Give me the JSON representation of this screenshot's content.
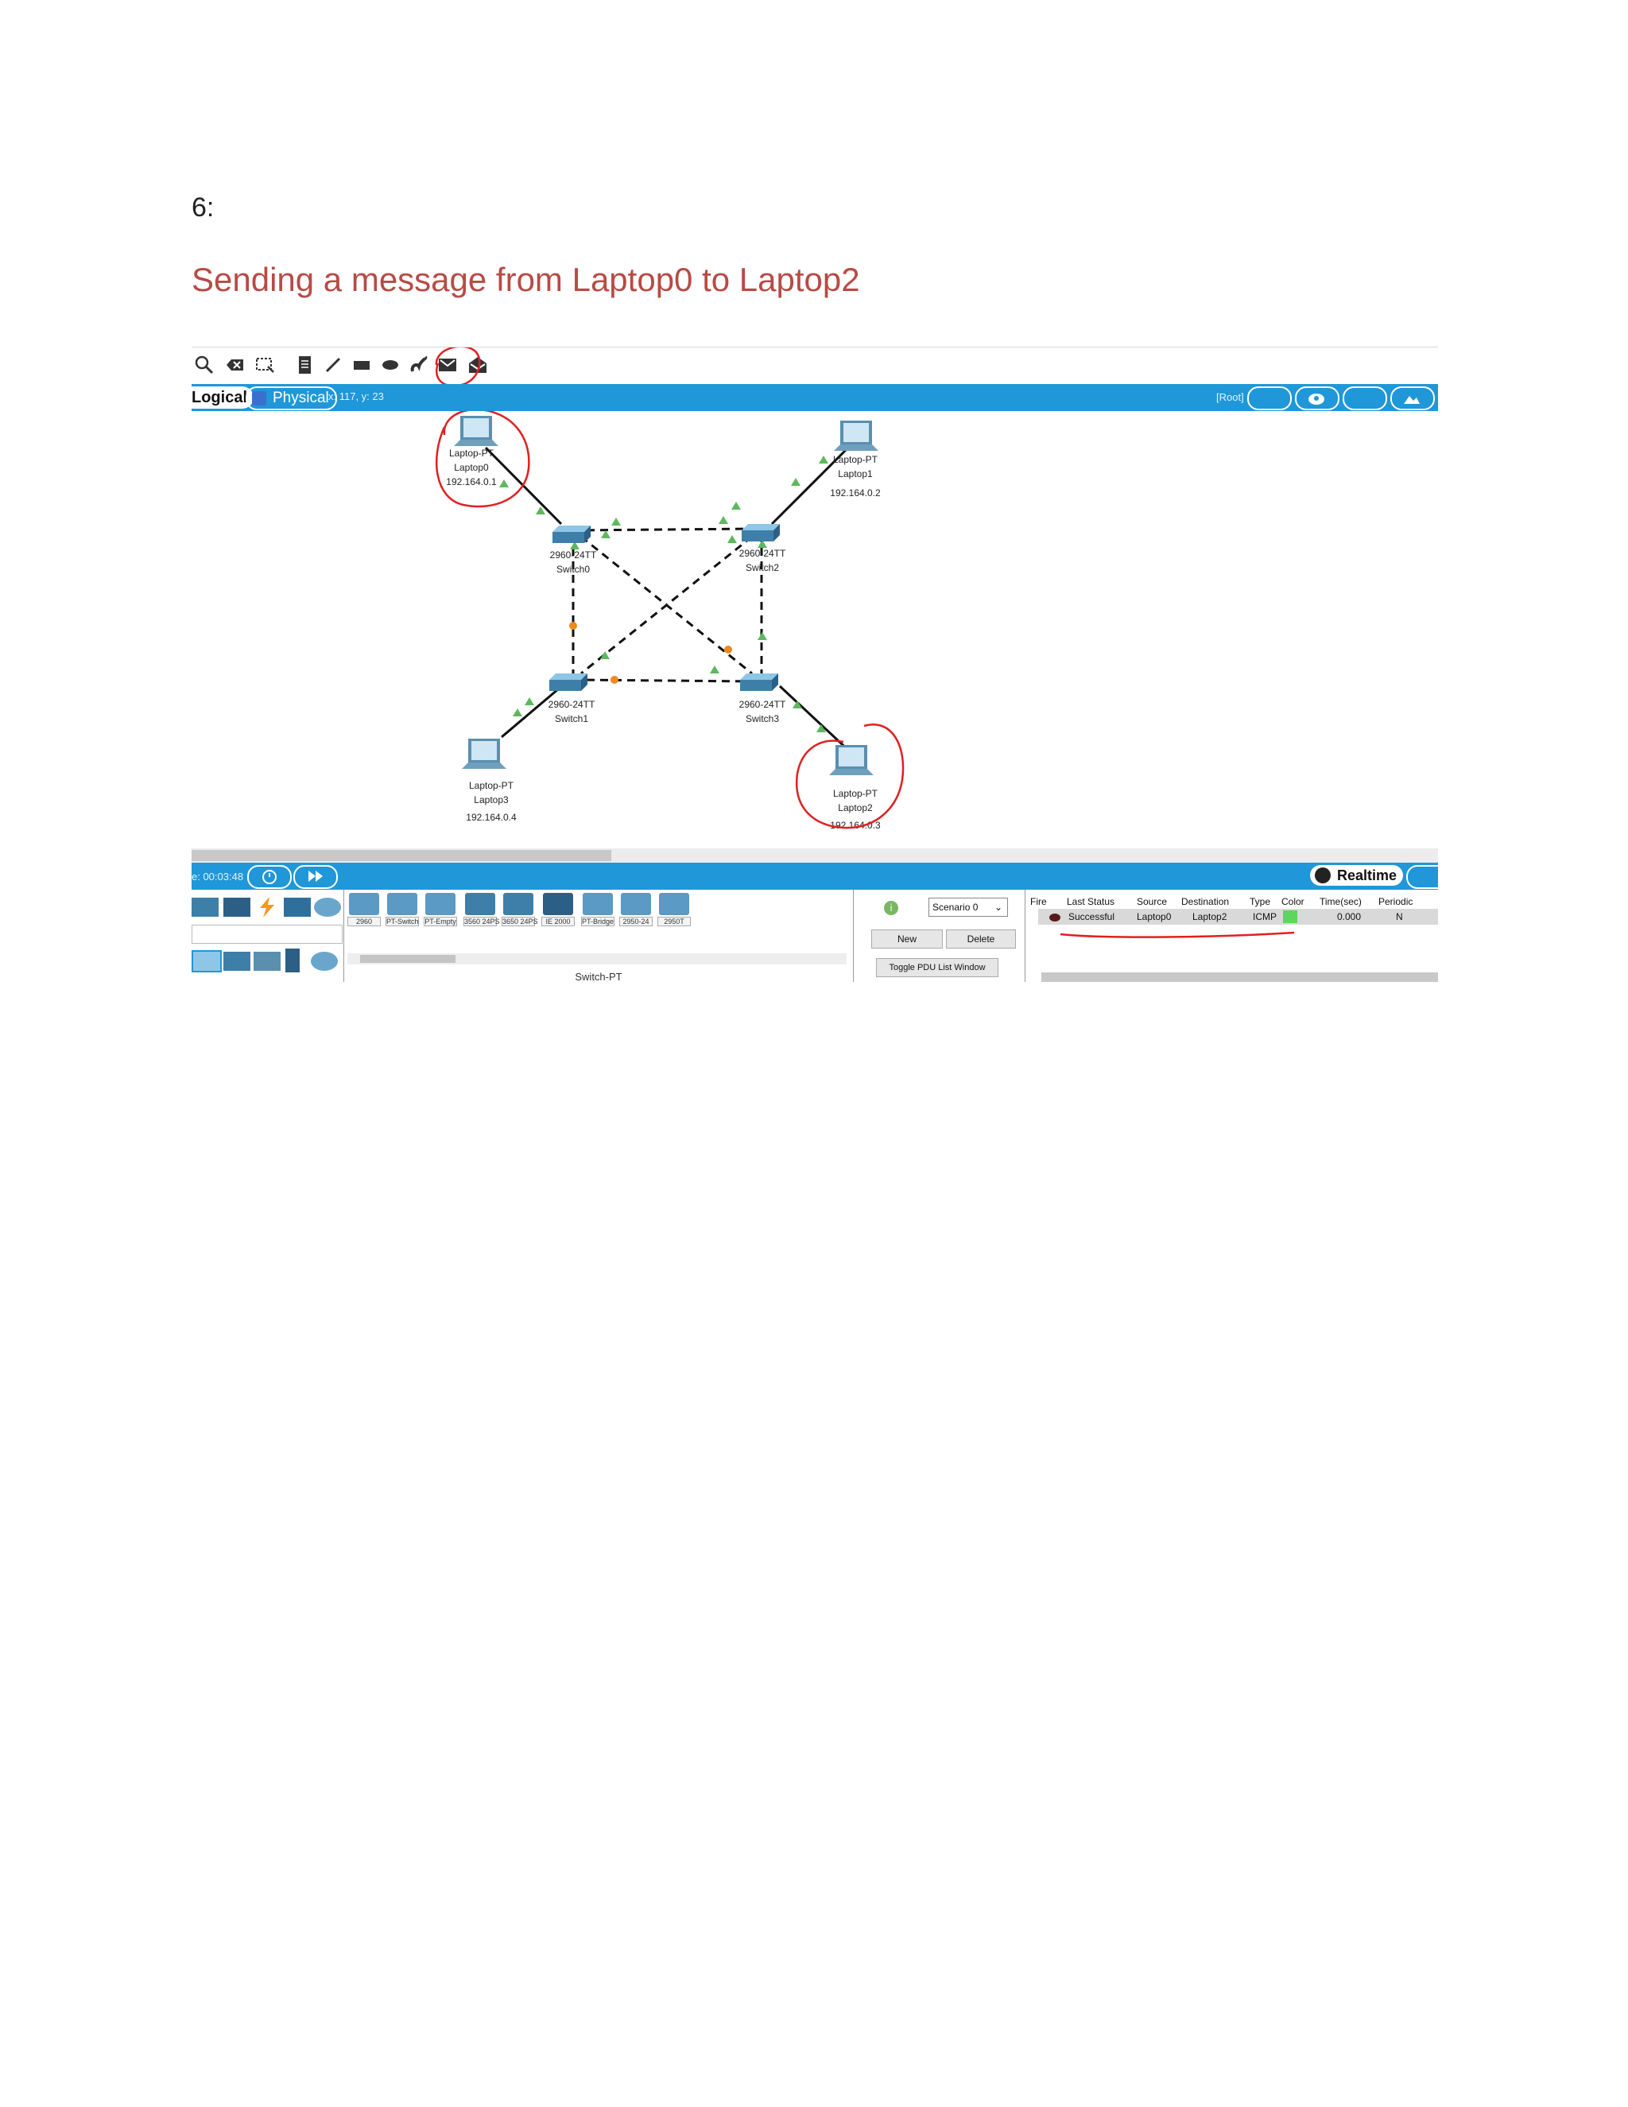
{
  "document": {
    "heading_number": "6:",
    "title": "Sending a message from Laptop0 to Laptop2"
  },
  "toolbar": {
    "icons": [
      "search-icon",
      "delete-icon",
      "resize-icon",
      "note-icon",
      "line-icon",
      "rectangle-icon",
      "ellipse-icon",
      "freeform-icon",
      "add-simple-pdu-icon",
      "add-complex-pdu-icon"
    ],
    "highlighted": "add-simple-pdu-icon"
  },
  "logical_bar": {
    "logical_tab": "Logical",
    "physical_tab": "Physical",
    "coords": "x: 117, y: 23",
    "root": "[Root]"
  },
  "topology": {
    "devices": [
      {
        "id": "laptop0",
        "type": "Laptop-PT",
        "name": "Laptop0",
        "ip": "192.164.0.1",
        "highlighted": true
      },
      {
        "id": "laptop1",
        "type": "Laptop-PT",
        "name": "Laptop1",
        "ip": "192.164.0.2",
        "highlighted": false
      },
      {
        "id": "laptop2",
        "type": "Laptop-PT",
        "name": "Laptop2",
        "ip": "192.164.0.3",
        "highlighted": true
      },
      {
        "id": "laptop3",
        "type": "Laptop-PT",
        "name": "Laptop3",
        "ip": "192.164.0.4",
        "highlighted": false
      },
      {
        "id": "switch0",
        "type": "2960-24TT",
        "name": "Switch0"
      },
      {
        "id": "switch1",
        "type": "2960-24TT",
        "name": "Switch1"
      },
      {
        "id": "switch2",
        "type": "2960-24TT",
        "name": "Switch2"
      },
      {
        "id": "switch3",
        "type": "2960-24TT",
        "name": "Switch3"
      }
    ],
    "link_status_colors": {
      "up": "#5cb85c",
      "blocking": "#f0891e"
    }
  },
  "realtime_bar": {
    "time": "e: 00:03:48",
    "mode": "Realtime"
  },
  "device_panel": {
    "models": [
      "2960",
      "PT-Switch",
      "PT-Empty",
      "3560 24PS",
      "3650 24PS",
      "IE 2000",
      "PT-Bridge",
      "2950-24",
      "2950T"
    ],
    "selected_type": "Switch-PT"
  },
  "scenario": {
    "selected": "Scenario 0",
    "new_label": "New",
    "delete_label": "Delete",
    "toggle_label": "Toggle PDU List Window"
  },
  "pdu_list": {
    "columns": [
      "Fire",
      "Last Status",
      "Source",
      "Destination",
      "Type",
      "Color",
      "Time(sec)",
      "Periodic"
    ],
    "rows": [
      {
        "status": "Successful",
        "source": "Laptop0",
        "destination": "Laptop2",
        "type": "ICMP",
        "color": "#5cd65c",
        "time": "0.000",
        "periodic": "N"
      }
    ]
  }
}
